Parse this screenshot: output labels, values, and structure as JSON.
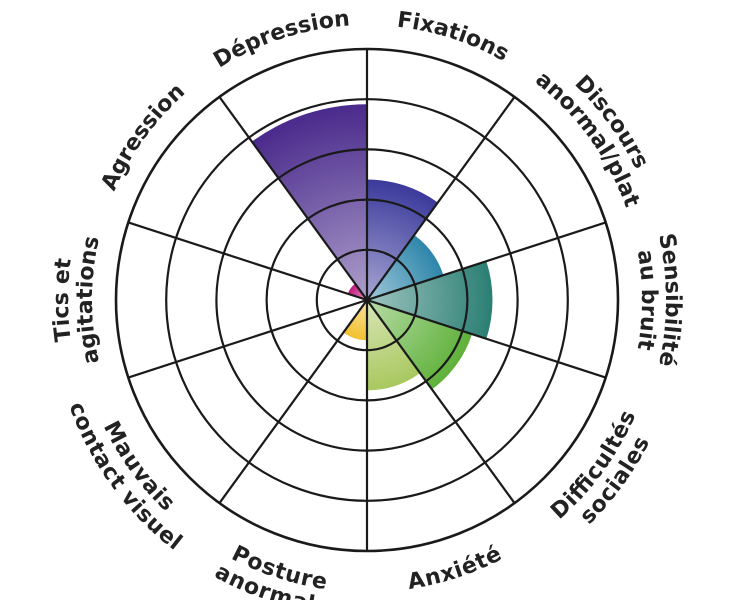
{
  "chart_data": {
    "type": "polar-area",
    "title": "",
    "max_value": 5,
    "rings": 5,
    "categories": [
      {
        "label": [
          "Fixations"
        ],
        "value": 2.4,
        "color": "#3b3a9c"
      },
      {
        "label": [
          "Discours",
          "anormal/plat"
        ],
        "value": 1.6,
        "color": "#2e86ab"
      },
      {
        "label": [
          "Sensibilité",
          "au bruit"
        ],
        "value": 2.5,
        "color": "#2b7f74"
      },
      {
        "label": [
          "Difficultés",
          "sociales"
        ],
        "value": 2.2,
        "color": "#5fb13a"
      },
      {
        "label": [
          "Anxiété"
        ],
        "value": 1.8,
        "color": "#a9c85f"
      },
      {
        "label": [
          "Posture",
          "anormale"
        ],
        "value": 0.8,
        "color": "#f2c12e"
      },
      {
        "label": [
          "Mauvais",
          "contact visuel"
        ],
        "value": 0,
        "color": "#f2c12e"
      },
      {
        "label": [
          "Tics et",
          "agitations"
        ],
        "value": 0,
        "color": "#d63384"
      },
      {
        "label": [
          "Agression"
        ],
        "value": 0.4,
        "color": "#c2187c"
      },
      {
        "label": [
          "Dépression"
        ],
        "value": 3.9,
        "color": "#4a2a8c"
      }
    ]
  }
}
